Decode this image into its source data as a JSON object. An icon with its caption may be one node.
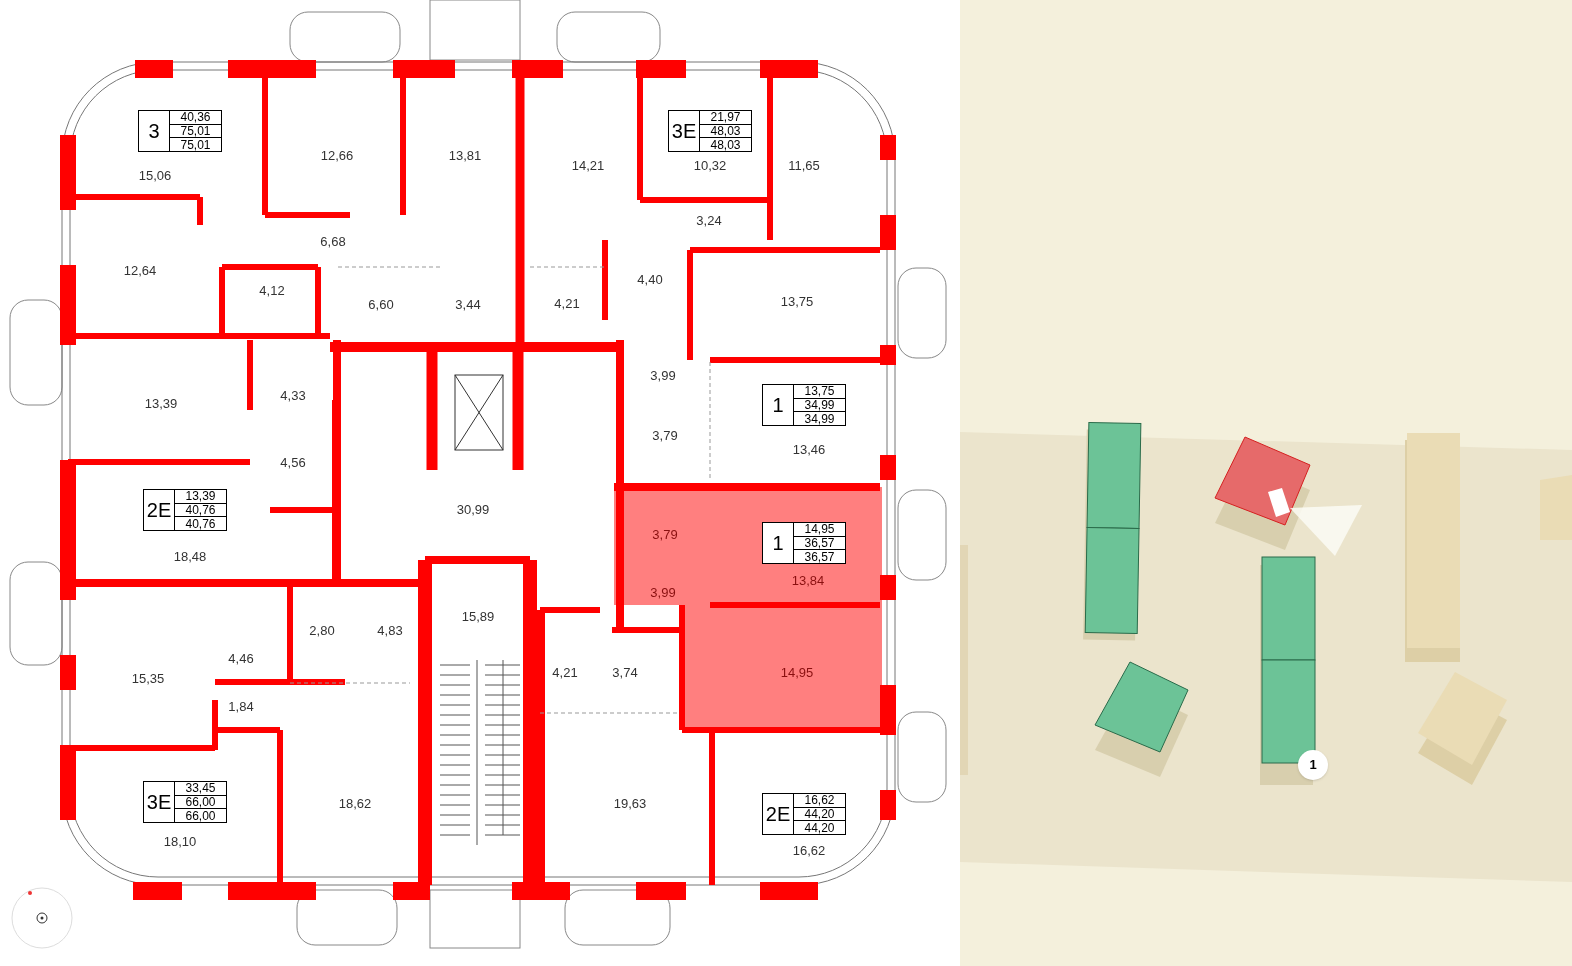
{
  "diagram": {
    "nodes": [
      {
        "text": [
          "3",
          "40,36",
          "75,01",
          "75,01"
        ]
      },
      {
        "text": [
          "3E",
          "21,97",
          "48,03",
          "48,03"
        ]
      },
      {
        "text": [
          "1",
          "13,75",
          "34,99",
          "34,99"
        ]
      },
      {
        "text": [
          "2E",
          "13,39",
          "40,76",
          "40,76"
        ]
      },
      {
        "text": [
          "1",
          "14,95",
          "36,57",
          "36,57"
        ]
      },
      {
        "text": [
          "3E",
          "33,45",
          "66,00",
          "66,00"
        ]
      },
      {
        "text": [
          "2E",
          "16,62",
          "44,20",
          "44,20"
        ]
      },
      {
        "text": [
          "1"
        ]
      }
    ],
    "labels": [
      "15,06",
      "12,66",
      "13,81",
      "14,21",
      "10,32",
      "11,65",
      "12,64",
      "6,68",
      "3,24",
      "4,12",
      "6,60",
      "3,44",
      "4,21",
      "4,40",
      "13,75",
      "13,39",
      "4,33",
      "3,99",
      "3,79",
      "13,46",
      "4,56",
      "30,99",
      "18,48",
      "3,79",
      "13,84",
      "3,99",
      "4,46",
      "2,80",
      "4,83",
      "15,89",
      "15,35",
      "4,21",
      "3,74",
      "14,95",
      "1,84",
      "18,62",
      "19,63",
      "18,10",
      "16,62"
    ]
  }
}
